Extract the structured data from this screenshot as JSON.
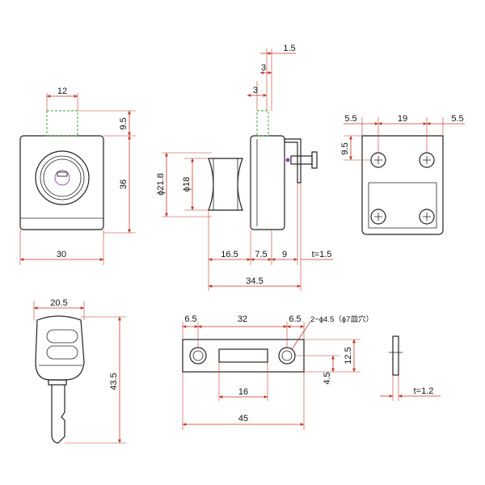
{
  "colors": {
    "dimension": "#c0392b",
    "outline": "#222222",
    "hidden": "#3a9a3a",
    "keyhole": "#8e44ad"
  },
  "front_view": {
    "width": "30",
    "height": "36",
    "cylinder_width": "12",
    "cylinder_protrusion": "9.5"
  },
  "side_view": {
    "dim_1_5_top": "1.5",
    "dim_3_a": "3",
    "dim_3_b": "3",
    "dia_outer": "ϕ21.8",
    "dia_inner": "ϕ18",
    "dim_16_5": "16.5",
    "dim_7_5": "7.5",
    "dim_9": "9",
    "thickness": "t=1.5",
    "overall": "34.5"
  },
  "plate_view": {
    "left_margin": "5.5",
    "span": "19",
    "right_margin": "5.5",
    "height": "9.5"
  },
  "key_view": {
    "width": "20.5",
    "length": "43.5"
  },
  "strike_view": {
    "left_edge": "6.5",
    "center": "32",
    "right_edge": "6.5",
    "holes": "2−ϕ4.5（ϕ7皿穴）",
    "slot": "16",
    "overall": "45",
    "height": "12.5",
    "offset": "4.5",
    "thickness": "t=1.2"
  }
}
